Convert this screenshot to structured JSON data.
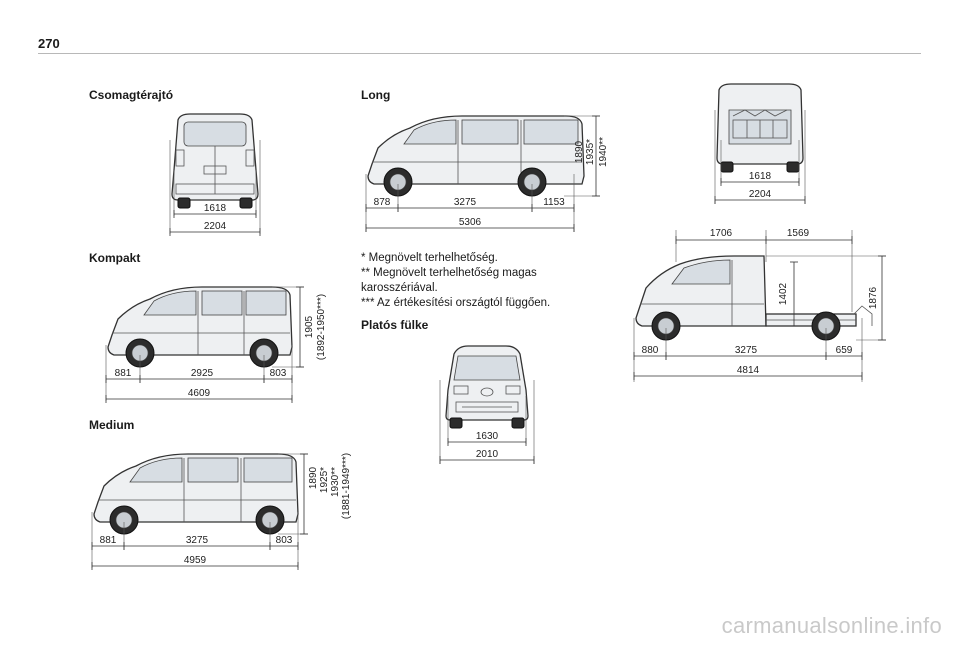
{
  "page": {
    "number": "270",
    "watermark": "carmanualsonline.info"
  },
  "sections": {
    "csomag": {
      "title": "Csomagtérajtó",
      "inner_width": "1618",
      "outer_width": "2204"
    },
    "kompakt": {
      "title": "Kompakt",
      "front": "881",
      "wheelbase": "2925",
      "rear": "803",
      "length": "4609",
      "height_1": "1905",
      "height_2": "(1892-1950***)"
    },
    "medium": {
      "title": "Medium",
      "front": "881",
      "wheelbase": "3275",
      "rear": "803",
      "length": "4959",
      "height_1": "1890",
      "height_2": "1925*",
      "height_3": "1930**",
      "height_4": "(1881-1949***)"
    },
    "long": {
      "title": "Long",
      "front": "878",
      "wheelbase": "3275",
      "rear": "1153",
      "length": "5306",
      "height_1": "1890",
      "height_2": "1935*",
      "height_3": "1940**",
      "rear_inner_width": "1618",
      "rear_outer_width": "2204"
    },
    "notes": {
      "line_1": "* Megnövelt terhelhetőség.",
      "line_2": "** Megnövelt terhelhetőség magas",
      "line_3": "karosszériával.",
      "line_4": "*** Az értékesítési országtól függően."
    },
    "platos": {
      "title": "Platós fülke",
      "front_inner": "1630",
      "front_outer": "2010",
      "top_left": "1706",
      "top_right": "1569",
      "bed_height": "1402",
      "total_height": "1876",
      "front": "880",
      "wheelbase": "3275",
      "rear": "659",
      "length": "4814"
    }
  }
}
